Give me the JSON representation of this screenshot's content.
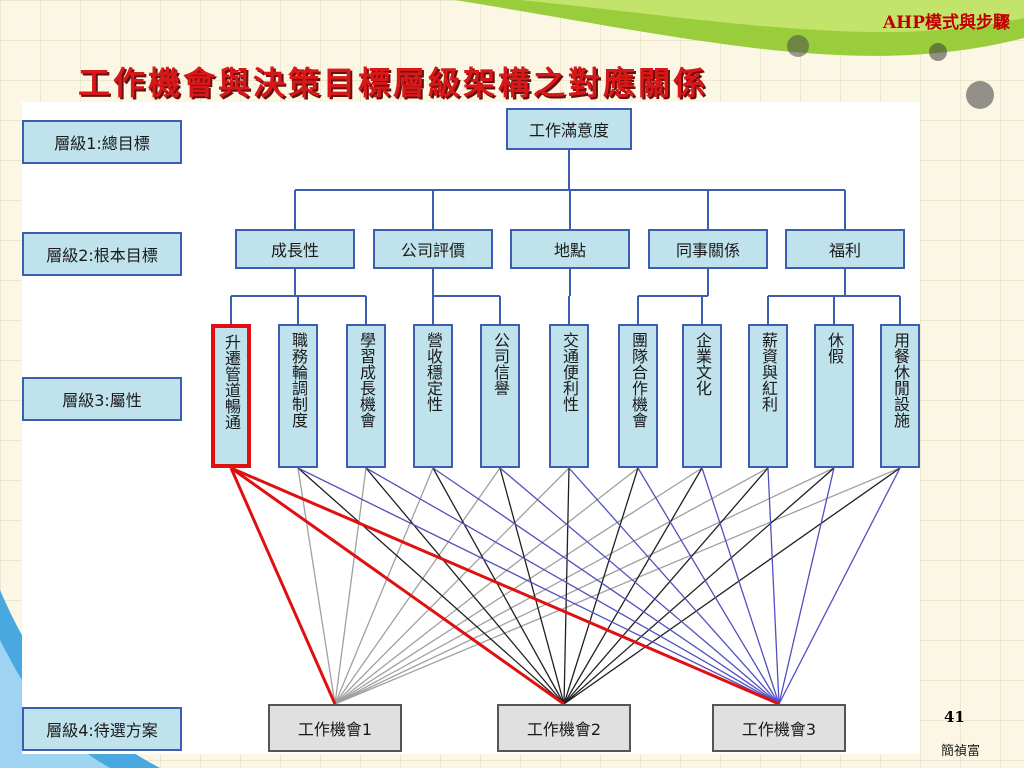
{
  "header_tag": "AHP模式與步驟",
  "title": "工作機會與決策目標層級架構之對應關係",
  "level_labels": [
    "層級1:總目標",
    "層級2:根本目標",
    "層級3:屬性",
    "層級4:待選方案"
  ],
  "goal": "工作滿意度",
  "criteria": [
    "成長性",
    "公司評價",
    "地點",
    "同事關係",
    "福利"
  ],
  "attributes": [
    "升遷管道暢通",
    "職務輪調制度",
    "學習成長機會",
    "營收穩定性",
    "公司信譽",
    "交通便利性",
    "團隊合作機會",
    "企業文化",
    "薪資與紅利",
    "休假",
    "用餐休閒設施"
  ],
  "criterion_children": [
    [
      0,
      1,
      2
    ],
    [
      3,
      4
    ],
    [
      5
    ],
    [
      6,
      7
    ],
    [
      8,
      9,
      10
    ]
  ],
  "highlighted_attribute": 0,
  "alternatives": [
    "工作機會1",
    "工作機會2",
    "工作機會3"
  ],
  "colors": {
    "title": "#d81818",
    "box_fill": "#bfe2ec",
    "box_border": "#3d5db0",
    "highlight": "#e01010",
    "alt_fill": "#e0e0e0",
    "link_to_alt1": "#a0a0a0",
    "link_to_alt2": "#202020",
    "link_to_alt3": "#5050c0"
  },
  "page_number": "41",
  "author": "簡禎富"
}
